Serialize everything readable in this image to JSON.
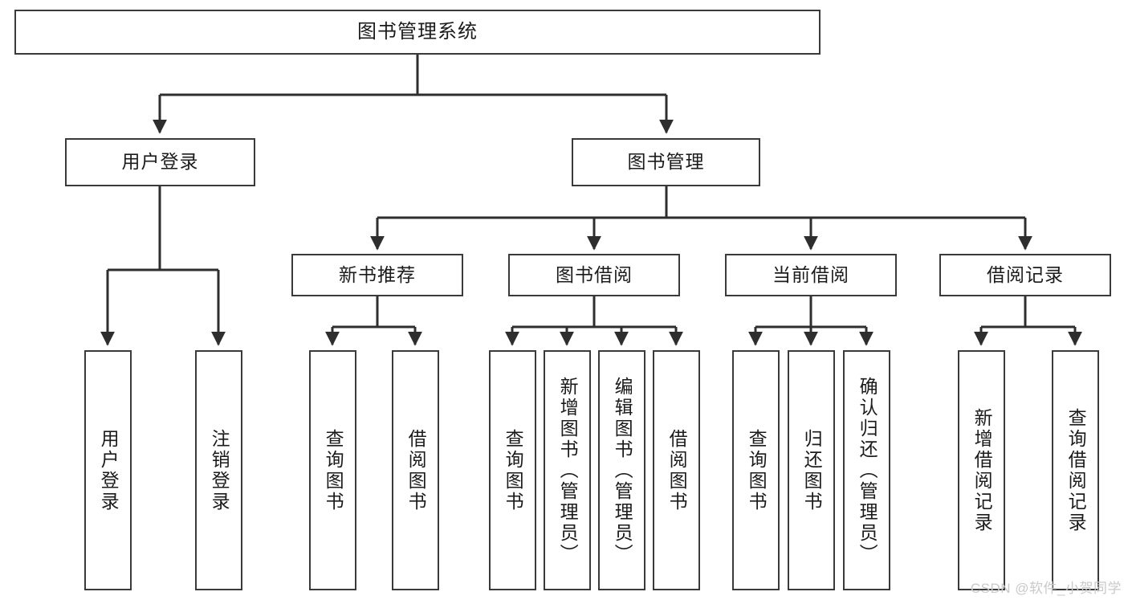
{
  "diagram": {
    "title": "图书管理系统",
    "watermark": "CSDN @软件_小贺同学",
    "type": "tree-hierarchy",
    "stroke_color": "#3a3a3a",
    "text_color": "#1b1b1b",
    "background": "#ffffff",
    "levels": {
      "root": "图书管理系统",
      "level2": [
        "用户登录",
        "图书管理"
      ],
      "level3": [
        "新书推荐",
        "图书借阅",
        "当前借阅",
        "借阅记录"
      ]
    },
    "nodes": {
      "root": {
        "label": "图书管理系统"
      },
      "user_login": {
        "label": "用户登录"
      },
      "book_manage": {
        "label": "图书管理"
      },
      "new_book_rec": {
        "label": "新书推荐"
      },
      "book_borrow": {
        "label": "图书借阅"
      },
      "current_borrow": {
        "label": "当前借阅"
      },
      "borrow_record": {
        "label": "借阅记录"
      },
      "leaf_user_login": {
        "label": "用户登录"
      },
      "leaf_user_logout": {
        "label": "注销登录"
      },
      "leaf_rec_query": {
        "label": "查询图书"
      },
      "leaf_rec_borrow": {
        "label": "借阅图书"
      },
      "leaf_borrow_query": {
        "label": "查询图书"
      },
      "leaf_borrow_add": {
        "label": "新增图书（管理员）"
      },
      "leaf_borrow_edit": {
        "label": "编辑图书（管理员）"
      },
      "leaf_borrow_do": {
        "label": "借阅图书"
      },
      "leaf_cur_query": {
        "label": "查询图书"
      },
      "leaf_cur_return": {
        "label": "归还图书"
      },
      "leaf_cur_confirm": {
        "label": "确认归还（管理员）"
      },
      "leaf_rec_add": {
        "label": "新增借阅记录"
      },
      "leaf_rec_search": {
        "label": "查询借阅记录"
      }
    }
  }
}
